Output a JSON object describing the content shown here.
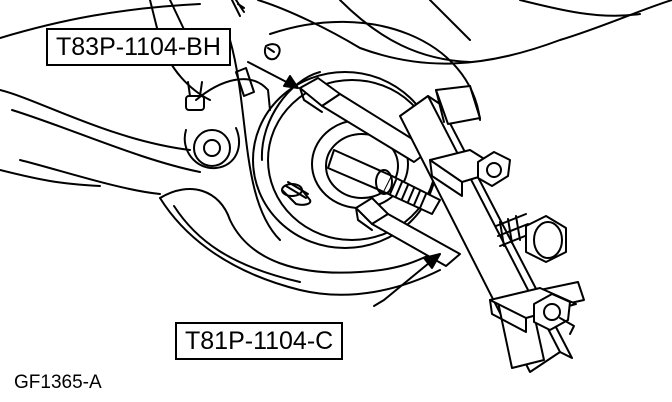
{
  "diagram": {
    "callouts": {
      "tool_upper": "T83P-1104-BH",
      "tool_lower": "T81P-1104-C"
    },
    "figure_id": "GF1365-A"
  },
  "colors": {
    "line": "#000000",
    "background": "#ffffff"
  }
}
